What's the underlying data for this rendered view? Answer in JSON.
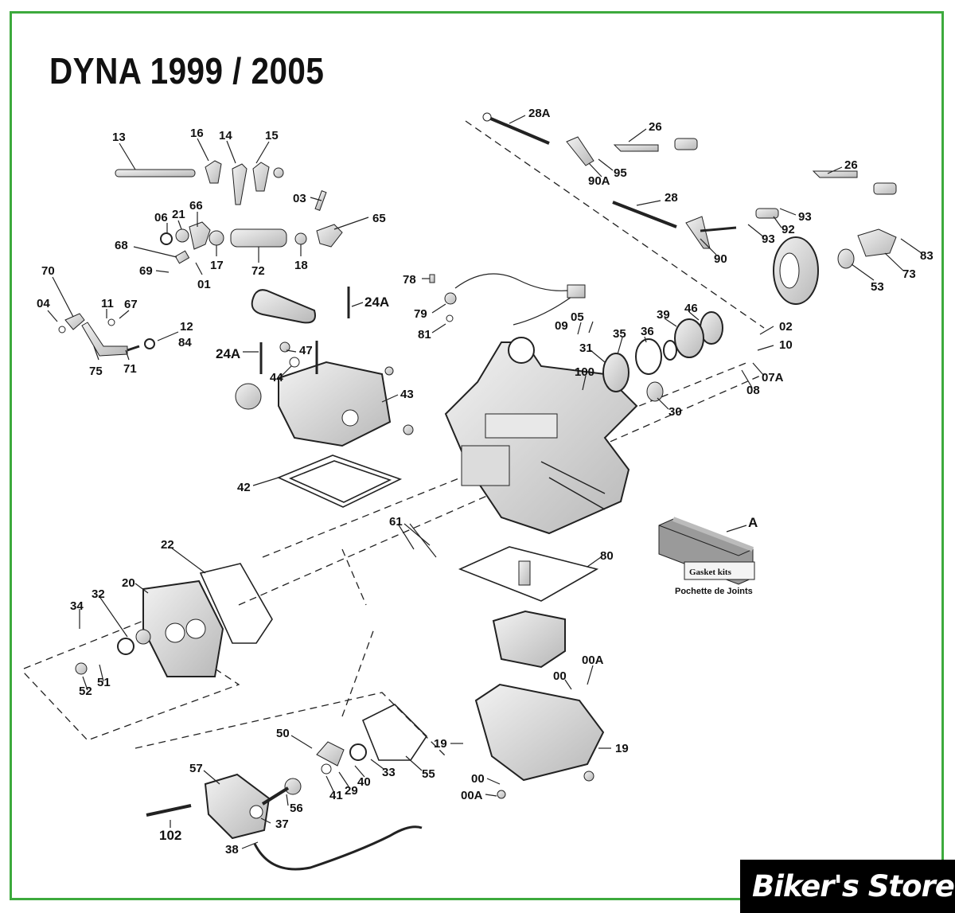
{
  "title": "DYNA 1999 / 2005",
  "labels": {
    "l13": "13",
    "l16": "16",
    "l14": "14",
    "l15": "15",
    "l03": "03",
    "l66": "66",
    "l06": "06",
    "l21": "21",
    "l65": "65",
    "l68": "68",
    "l17": "17",
    "l72": "72",
    "l18": "18",
    "l69": "69",
    "l01": "01",
    "l70": "70",
    "l04": "04",
    "l11": "11",
    "l67": "67",
    "l12": "12",
    "l84": "84",
    "l75": "75",
    "l71": "71",
    "l24a_top": "24A",
    "l24a_left": "24A",
    "l47": "47",
    "l44": "44",
    "l43": "43",
    "l42": "42",
    "l78": "78",
    "l79": "79",
    "l81": "81",
    "l28a": "28A",
    "l26_top": "26",
    "l95": "95",
    "l90a": "90A",
    "l28": "28",
    "l26_right": "26",
    "l93_a": "93",
    "l92": "92",
    "l93_b": "93",
    "l90": "90",
    "l83": "83",
    "l73": "73",
    "l53": "53",
    "l09": "09",
    "l05": "05",
    "l35": "35",
    "l36": "36",
    "l39": "39",
    "l46": "46",
    "l02": "02",
    "l10": "10",
    "l31": "31",
    "l100": "100",
    "l07a": "07A",
    "l08": "08",
    "l30": "30",
    "l61": "61",
    "l80": "80",
    "l22": "22",
    "l20": "20",
    "l32": "32",
    "l34": "34",
    "l51": "51",
    "l52": "52",
    "l00a_a": "00A",
    "l00_a": "00",
    "l19_left": "19",
    "l19_right": "19",
    "l00_b": "00",
    "l00a_b": "00A",
    "l50": "50",
    "l33": "33",
    "l55": "55",
    "l40": "40",
    "l29": "29",
    "l41": "41",
    "l57": "57",
    "l56": "56",
    "l37": "37",
    "l102": "102",
    "l38": "38"
  },
  "kit": {
    "callout": "A",
    "box_label": "Gasket kits",
    "caption": "Pochette de Joints"
  },
  "brand": "Biker's Store",
  "colors": {
    "frame": "#3daa3d",
    "ink": "#111111",
    "part": "#d9d9d9"
  }
}
